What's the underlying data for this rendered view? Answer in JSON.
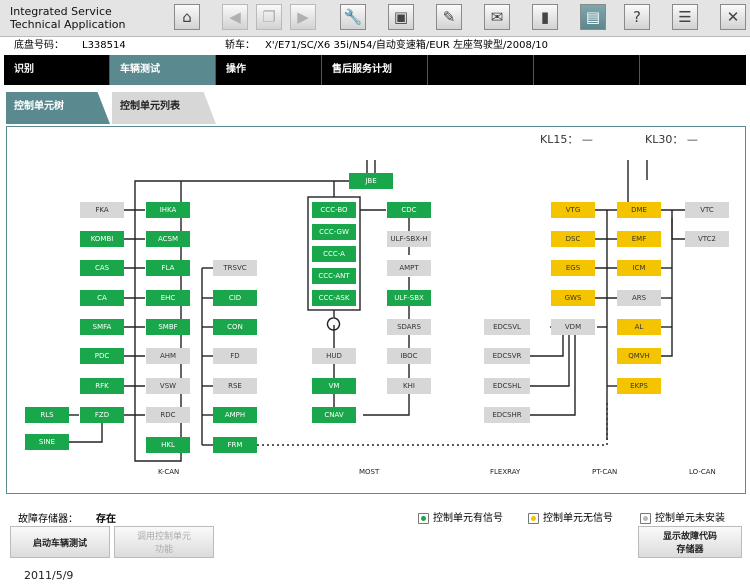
{
  "app": {
    "title": "Integrated Service\nTechnical Application"
  },
  "toolbar": [
    "home-icon",
    "back-icon",
    "copy-icon",
    "forward-icon",
    "wrench-icon",
    "module-icon",
    "pen-icon",
    "mail-icon",
    "battery-icon",
    "print-icon",
    "help-icon",
    "list-icon",
    "close-icon"
  ],
  "info": {
    "chassis_label": "底盘号码：",
    "chassis_value": "L338514",
    "vehicle_label": "轿车：",
    "vehicle_value": "X'/E71/SC/X6 35i/N54/自动变速箱/EUR 左座驾驶型/2008/10"
  },
  "nav": {
    "tabs": [
      "识别",
      "车辆测试",
      "操作",
      "售后服务计划",
      "",
      "",
      ""
    ]
  },
  "subtabs": [
    "控制单元树",
    "控制单元列表"
  ],
  "status": {
    "kl15": "KL15：  —",
    "kl30": "KL30：  —"
  },
  "modules": [
    {
      "label": "JBE",
      "color": "#1aa64b"
    },
    {
      "label": "FKA",
      "color": "#d7d7d7"
    },
    {
      "label": "IHKA",
      "color": "#1aa64b"
    },
    {
      "label": "KOMBI",
      "color": "#1aa64b"
    },
    {
      "label": "ACSM",
      "color": "#1aa64b"
    },
    {
      "label": "CAS",
      "color": "#1aa64b"
    },
    {
      "label": "FLA",
      "color": "#1aa64b"
    },
    {
      "label": "TRSVC",
      "color": "#d7d7d7"
    },
    {
      "label": "CA",
      "color": "#1aa64b"
    },
    {
      "label": "EHC",
      "color": "#1aa64b"
    },
    {
      "label": "CID",
      "color": "#1aa64b"
    },
    {
      "label": "SMFA",
      "color": "#1aa64b"
    },
    {
      "label": "SMBF",
      "color": "#1aa64b"
    },
    {
      "label": "CON",
      "color": "#1aa64b"
    },
    {
      "label": "PDC",
      "color": "#1aa64b"
    },
    {
      "label": "AHM",
      "color": "#d7d7d7"
    },
    {
      "label": "FD",
      "color": "#d7d7d7"
    },
    {
      "label": "RFK",
      "color": "#1aa64b"
    },
    {
      "label": "VSW",
      "color": "#d7d7d7"
    },
    {
      "label": "RSE",
      "color": "#d7d7d7"
    },
    {
      "label": "RLS",
      "color": "#1aa64b"
    },
    {
      "label": "FZD",
      "color": "#1aa64b"
    },
    {
      "label": "RDC",
      "color": "#d7d7d7"
    },
    {
      "label": "AMPH",
      "color": "#1aa64b"
    },
    {
      "label": "SINE",
      "color": "#1aa64b"
    },
    {
      "label": "HKL",
      "color": "#1aa64b"
    },
    {
      "label": "FRM",
      "color": "#1aa64b"
    },
    {
      "label": "CCC-BO",
      "color": "#1aa64b"
    },
    {
      "label": "CCC-GW",
      "color": "#1aa64b"
    },
    {
      "label": "CCC-A",
      "color": "#1aa64b"
    },
    {
      "label": "CCC-ANT",
      "color": "#1aa64b"
    },
    {
      "label": "CCC-ASK",
      "color": "#1aa64b"
    },
    {
      "label": "HUD",
      "color": "#d7d7d7"
    },
    {
      "label": "VM",
      "color": "#1aa64b"
    },
    {
      "label": "CNAV",
      "color": "#1aa64b"
    },
    {
      "label": "CDC",
      "color": "#1aa64b"
    },
    {
      "label": "ULF-SBX-H",
      "color": "#d7d7d7"
    },
    {
      "label": "AMPT",
      "color": "#d7d7d7"
    },
    {
      "label": "ULF-SBX",
      "color": "#1aa64b"
    },
    {
      "label": "SDARS",
      "color": "#d7d7d7"
    },
    {
      "label": "IBOC",
      "color": "#d7d7d7"
    },
    {
      "label": "KHI",
      "color": "#d7d7d7"
    },
    {
      "label": "EDCSVL",
      "color": "#d7d7d7"
    },
    {
      "label": "EDCSVR",
      "color": "#d7d7d7"
    },
    {
      "label": "EDCSHL",
      "color": "#d7d7d7"
    },
    {
      "label": "EDCSHR",
      "color": "#d7d7d7"
    },
    {
      "label": "VDM",
      "color": "#d7d7d7"
    },
    {
      "label": "VTG",
      "color": "#f5c400"
    },
    {
      "label": "DSC",
      "color": "#f5c400"
    },
    {
      "label": "EGS",
      "color": "#f5c400"
    },
    {
      "label": "GWS",
      "color": "#f5c400"
    },
    {
      "label": "DME",
      "color": "#f5c400"
    },
    {
      "label": "EMF",
      "color": "#f5c400"
    },
    {
      "label": "ICM",
      "color": "#f5c400"
    },
    {
      "label": "ARS",
      "color": "#d7d7d7"
    },
    {
      "label": "AL",
      "color": "#f5c400"
    },
    {
      "label": "QMVH",
      "color": "#f5c400"
    },
    {
      "label": "EKPS",
      "color": "#f5c400"
    },
    {
      "label": "VTC",
      "color": "#d7d7d7"
    },
    {
      "label": "VTC2",
      "color": "#d7d7d7"
    }
  ],
  "bus_labels": [
    "K-CAN",
    "MOST",
    "FLEXRAY",
    "PT-CAN",
    "LO-CAN"
  ],
  "fault": {
    "label": "故障存储器：",
    "value": "存在"
  },
  "legend": [
    {
      "text": "控制单元有信号",
      "color": "#1aa64b"
    },
    {
      "text": "控制单元无信号",
      "color": "#f5c400"
    },
    {
      "text": "控制单元未安装",
      "color": "#b8b8b8"
    }
  ],
  "buttons": {
    "start": "启动车辆测试",
    "call": "调用控制单元\n功能",
    "show_fault": "显示故障代码\n存储器"
  },
  "date": "2011/5/9"
}
